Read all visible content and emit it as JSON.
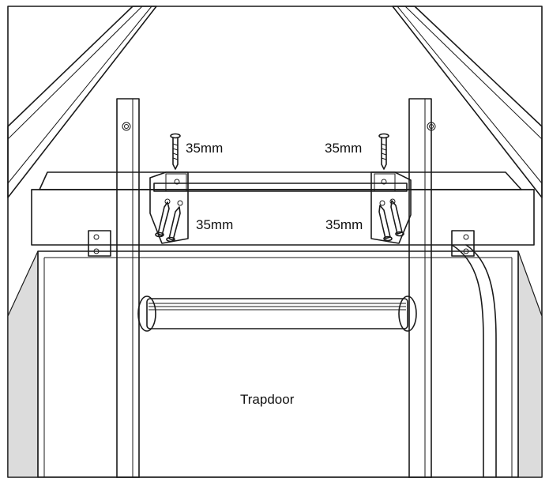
{
  "labels": {
    "screw_top_left": "35mm",
    "screw_top_right": "35mm",
    "screw_bottom_left": "35mm",
    "screw_bottom_right": "35mm",
    "trapdoor": "Trapdoor"
  },
  "colors": {
    "background": "#ffffff",
    "line": "#1a1a1a",
    "wall_shade": "#dcdcdc",
    "frame_fill": "#ffffff"
  }
}
